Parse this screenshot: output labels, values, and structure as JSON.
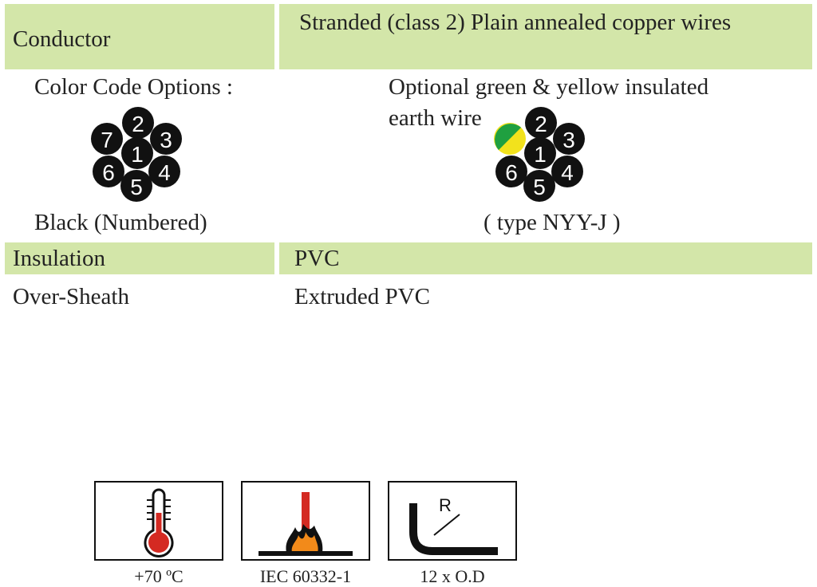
{
  "conductor": {
    "label": "Conductor",
    "value": "Stranded (class 2) Plain annealed copper wires"
  },
  "color_code": {
    "heading": "Color Code Options :",
    "option1_caption": "Black (Numbered)",
    "option2_heading_line1": "Optional green & yellow insulated",
    "option2_heading_line2": "earth wire",
    "option2_caption": "( type NYY-J )",
    "cores_option1": [
      "1",
      "2",
      "3",
      "4",
      "5",
      "6",
      "7"
    ],
    "cores_option2": [
      "1",
      "2",
      "3",
      "4",
      "5",
      "6"
    ],
    "earth_colors": {
      "green": "#1fa040",
      "yellow": "#f2e21c"
    },
    "core_color": "#111111",
    "number_color": "#ffffff"
  },
  "insulation": {
    "label": "Insulation",
    "value": "PVC"
  },
  "sheath": {
    "label": "Over-Sheath",
    "value": "Extruded PVC"
  },
  "badges": [
    {
      "icon": "thermometer-icon",
      "caption": "+70 ºC"
    },
    {
      "icon": "flame-test-icon",
      "caption": "IEC 60332-1"
    },
    {
      "icon": "bending-radius-icon",
      "caption": "12 x O.D",
      "glyph": "R"
    }
  ],
  "colors": {
    "band": "#d3e6a9",
    "red": "#d42a22",
    "orange": "#f28a1a"
  }
}
